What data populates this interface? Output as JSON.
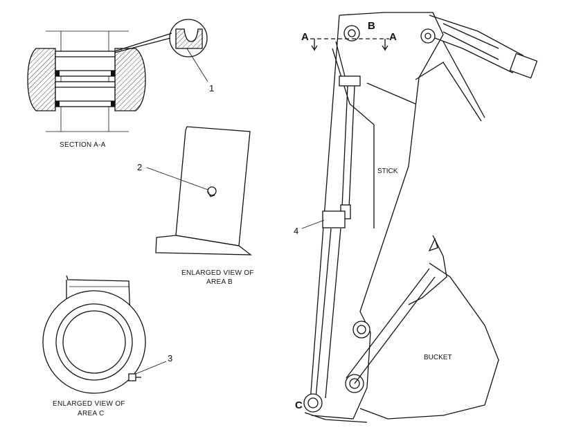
{
  "labels": {
    "section_caption": "SECTION A-A",
    "area_b_caption_line1": "ENLARGED VIEW OF",
    "area_b_caption_line2": "AREA B",
    "area_c_caption_line1": "ENLARGED VIEW OF",
    "area_c_caption_line2": "AREA C",
    "stick": "STICK",
    "bucket": "BUCKET",
    "section_mark_left": "A",
    "section_mark_right": "A",
    "area_b_mark": "B",
    "area_c_mark": "C"
  },
  "callouts": {
    "c1": "1",
    "c2": "2",
    "c3": "3",
    "c4": "4"
  }
}
